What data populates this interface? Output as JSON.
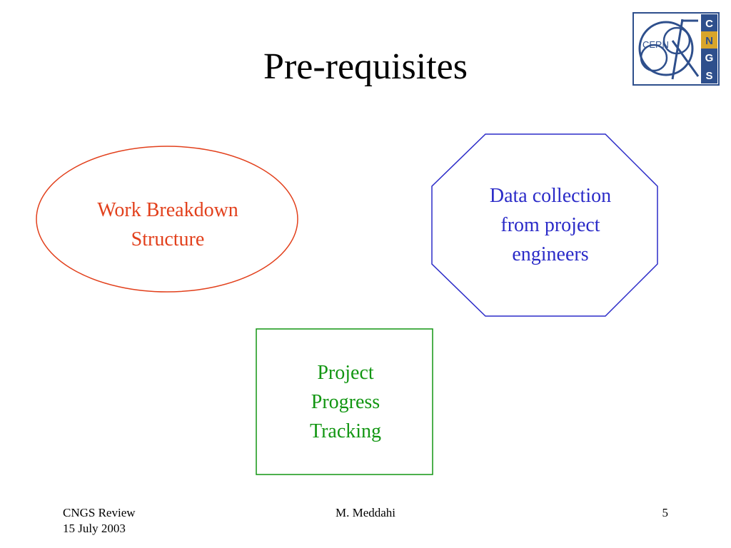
{
  "slide": {
    "title": "Pre-requisites"
  },
  "logo": {
    "org_text": "CERN",
    "letters": [
      "C",
      "N",
      "G",
      "S"
    ]
  },
  "shapes": [
    {
      "shape": "ellipse",
      "lines": [
        "Work Breakdown",
        "Structure"
      ],
      "color": "#e2401c"
    },
    {
      "shape": "octagon",
      "lines": [
        "Data collection",
        "from project",
        "engineers"
      ],
      "color": "#2b2bc8"
    },
    {
      "shape": "rectangle",
      "lines": [
        "Project",
        "Progress",
        "Tracking"
      ],
      "color": "#129612"
    }
  ],
  "footer": {
    "left_line1": "CNGS Review",
    "left_line2": "15 July 2003",
    "center": "M. Meddahi",
    "page_number": "5"
  },
  "colors": {
    "logo_blue": "#2e4f8c",
    "logo_gold": "#d8a52a"
  }
}
